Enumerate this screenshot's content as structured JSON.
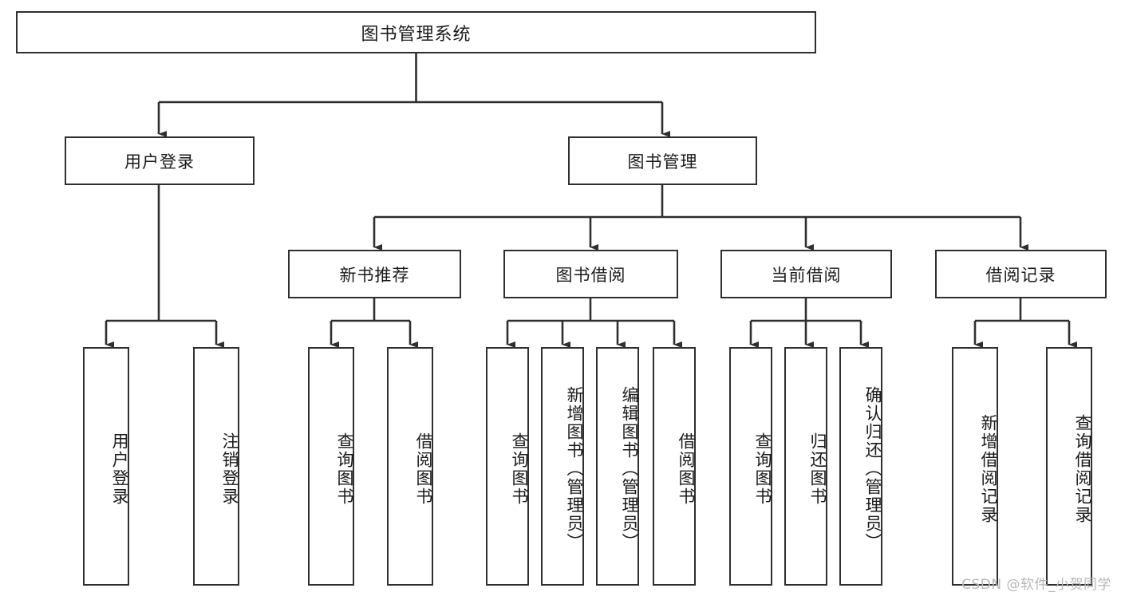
{
  "diagram": {
    "title": "图书管理系统",
    "type": "tree-hierarchy",
    "root": {
      "label": "图书管理系统"
    },
    "level2": [
      {
        "label": "用户登录"
      },
      {
        "label": "图书管理"
      }
    ],
    "level3": [
      {
        "label": "新书推荐"
      },
      {
        "label": "图书借阅"
      },
      {
        "label": "当前借阅"
      },
      {
        "label": "借阅记录"
      }
    ],
    "leaves": {
      "user_login": [
        {
          "label": "用户登录"
        },
        {
          "label": "注销登录"
        }
      ],
      "new_book_recommend": [
        {
          "label": "查询图书"
        },
        {
          "label": "借阅图书"
        }
      ],
      "book_borrow": [
        {
          "label": "查询图书"
        },
        {
          "label": "新增图书（管理员）"
        },
        {
          "label": "编辑图书（管理员）"
        },
        {
          "label": "借阅图书"
        }
      ],
      "current_borrow": [
        {
          "label": "查询图书"
        },
        {
          "label": "归还图书"
        },
        {
          "label": "确认归还（管理员）"
        }
      ],
      "borrow_record": [
        {
          "label": "新增借阅记录"
        },
        {
          "label": "查询借阅记录"
        }
      ]
    }
  },
  "watermark": {
    "text": "CSDN @软件_小贺同学"
  },
  "colors": {
    "box_border": "#2f2f2f",
    "box_fill": "#ffffff",
    "connector": "#2f2f2f",
    "text": "#1a1a1a",
    "watermark": "#b8b8b8"
  }
}
